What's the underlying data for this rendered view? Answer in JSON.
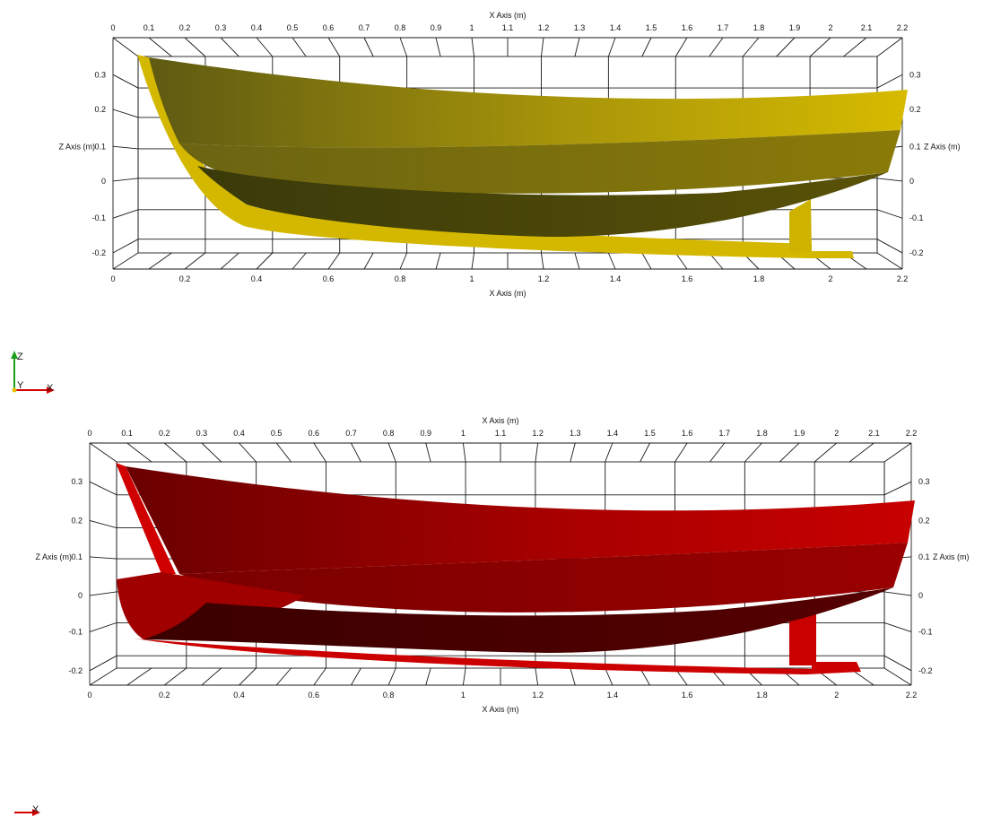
{
  "views": [
    {
      "name": "yellow",
      "color": "#d4b800",
      "x_ticks_top": [
        "0",
        "0.1",
        "0.2",
        "0.3",
        "0.4",
        "0.5",
        "0.6",
        "0.7",
        "0.8",
        "0.9",
        "1",
        "1.1",
        "1.2",
        "1.3",
        "1.4",
        "1.5",
        "1.6",
        "1.7",
        "1.8",
        "1.9",
        "2",
        "2.1",
        "2.2"
      ],
      "x_ticks_bottom": [
        "0",
        "0.2",
        "0.4",
        "0.6",
        "0.8",
        "1",
        "1.2",
        "1.4",
        "1.6",
        "1.8",
        "2",
        "2.2"
      ],
      "z_ticks": [
        "0.3",
        "0.2",
        "0.1",
        "0",
        "-0.1",
        "-0.2"
      ],
      "x_axis_title": "X Axis (m)",
      "z_axis_title": "Z Axis (m)"
    },
    {
      "name": "red",
      "color": "#c00000",
      "x_ticks_top": [
        "0",
        "0.1",
        "0.2",
        "0.3",
        "0.4",
        "0.5",
        "0.6",
        "0.7",
        "0.8",
        "0.9",
        "1",
        "1.1",
        "1.2",
        "1.3",
        "1.4",
        "1.5",
        "1.6",
        "1.7",
        "1.8",
        "1.9",
        "2",
        "2.1",
        "2.2"
      ],
      "x_ticks_bottom": [
        "0",
        "0.2",
        "0.4",
        "0.6",
        "0.8",
        "1",
        "1.2",
        "1.4",
        "1.6",
        "1.8",
        "2",
        "2.2"
      ],
      "z_ticks": [
        "0.3",
        "0.2",
        "0.1",
        "0",
        "-0.1",
        "-0.2"
      ],
      "x_axis_title": "X Axis (m)",
      "z_axis_title": "Z Axis (m)"
    }
  ],
  "orientation_triad": {
    "z_label": "Z",
    "y_label": "Y",
    "x_label": "X",
    "x_color": "#d40000",
    "z_color": "#1aa01a",
    "y_color": "#e0c000"
  }
}
